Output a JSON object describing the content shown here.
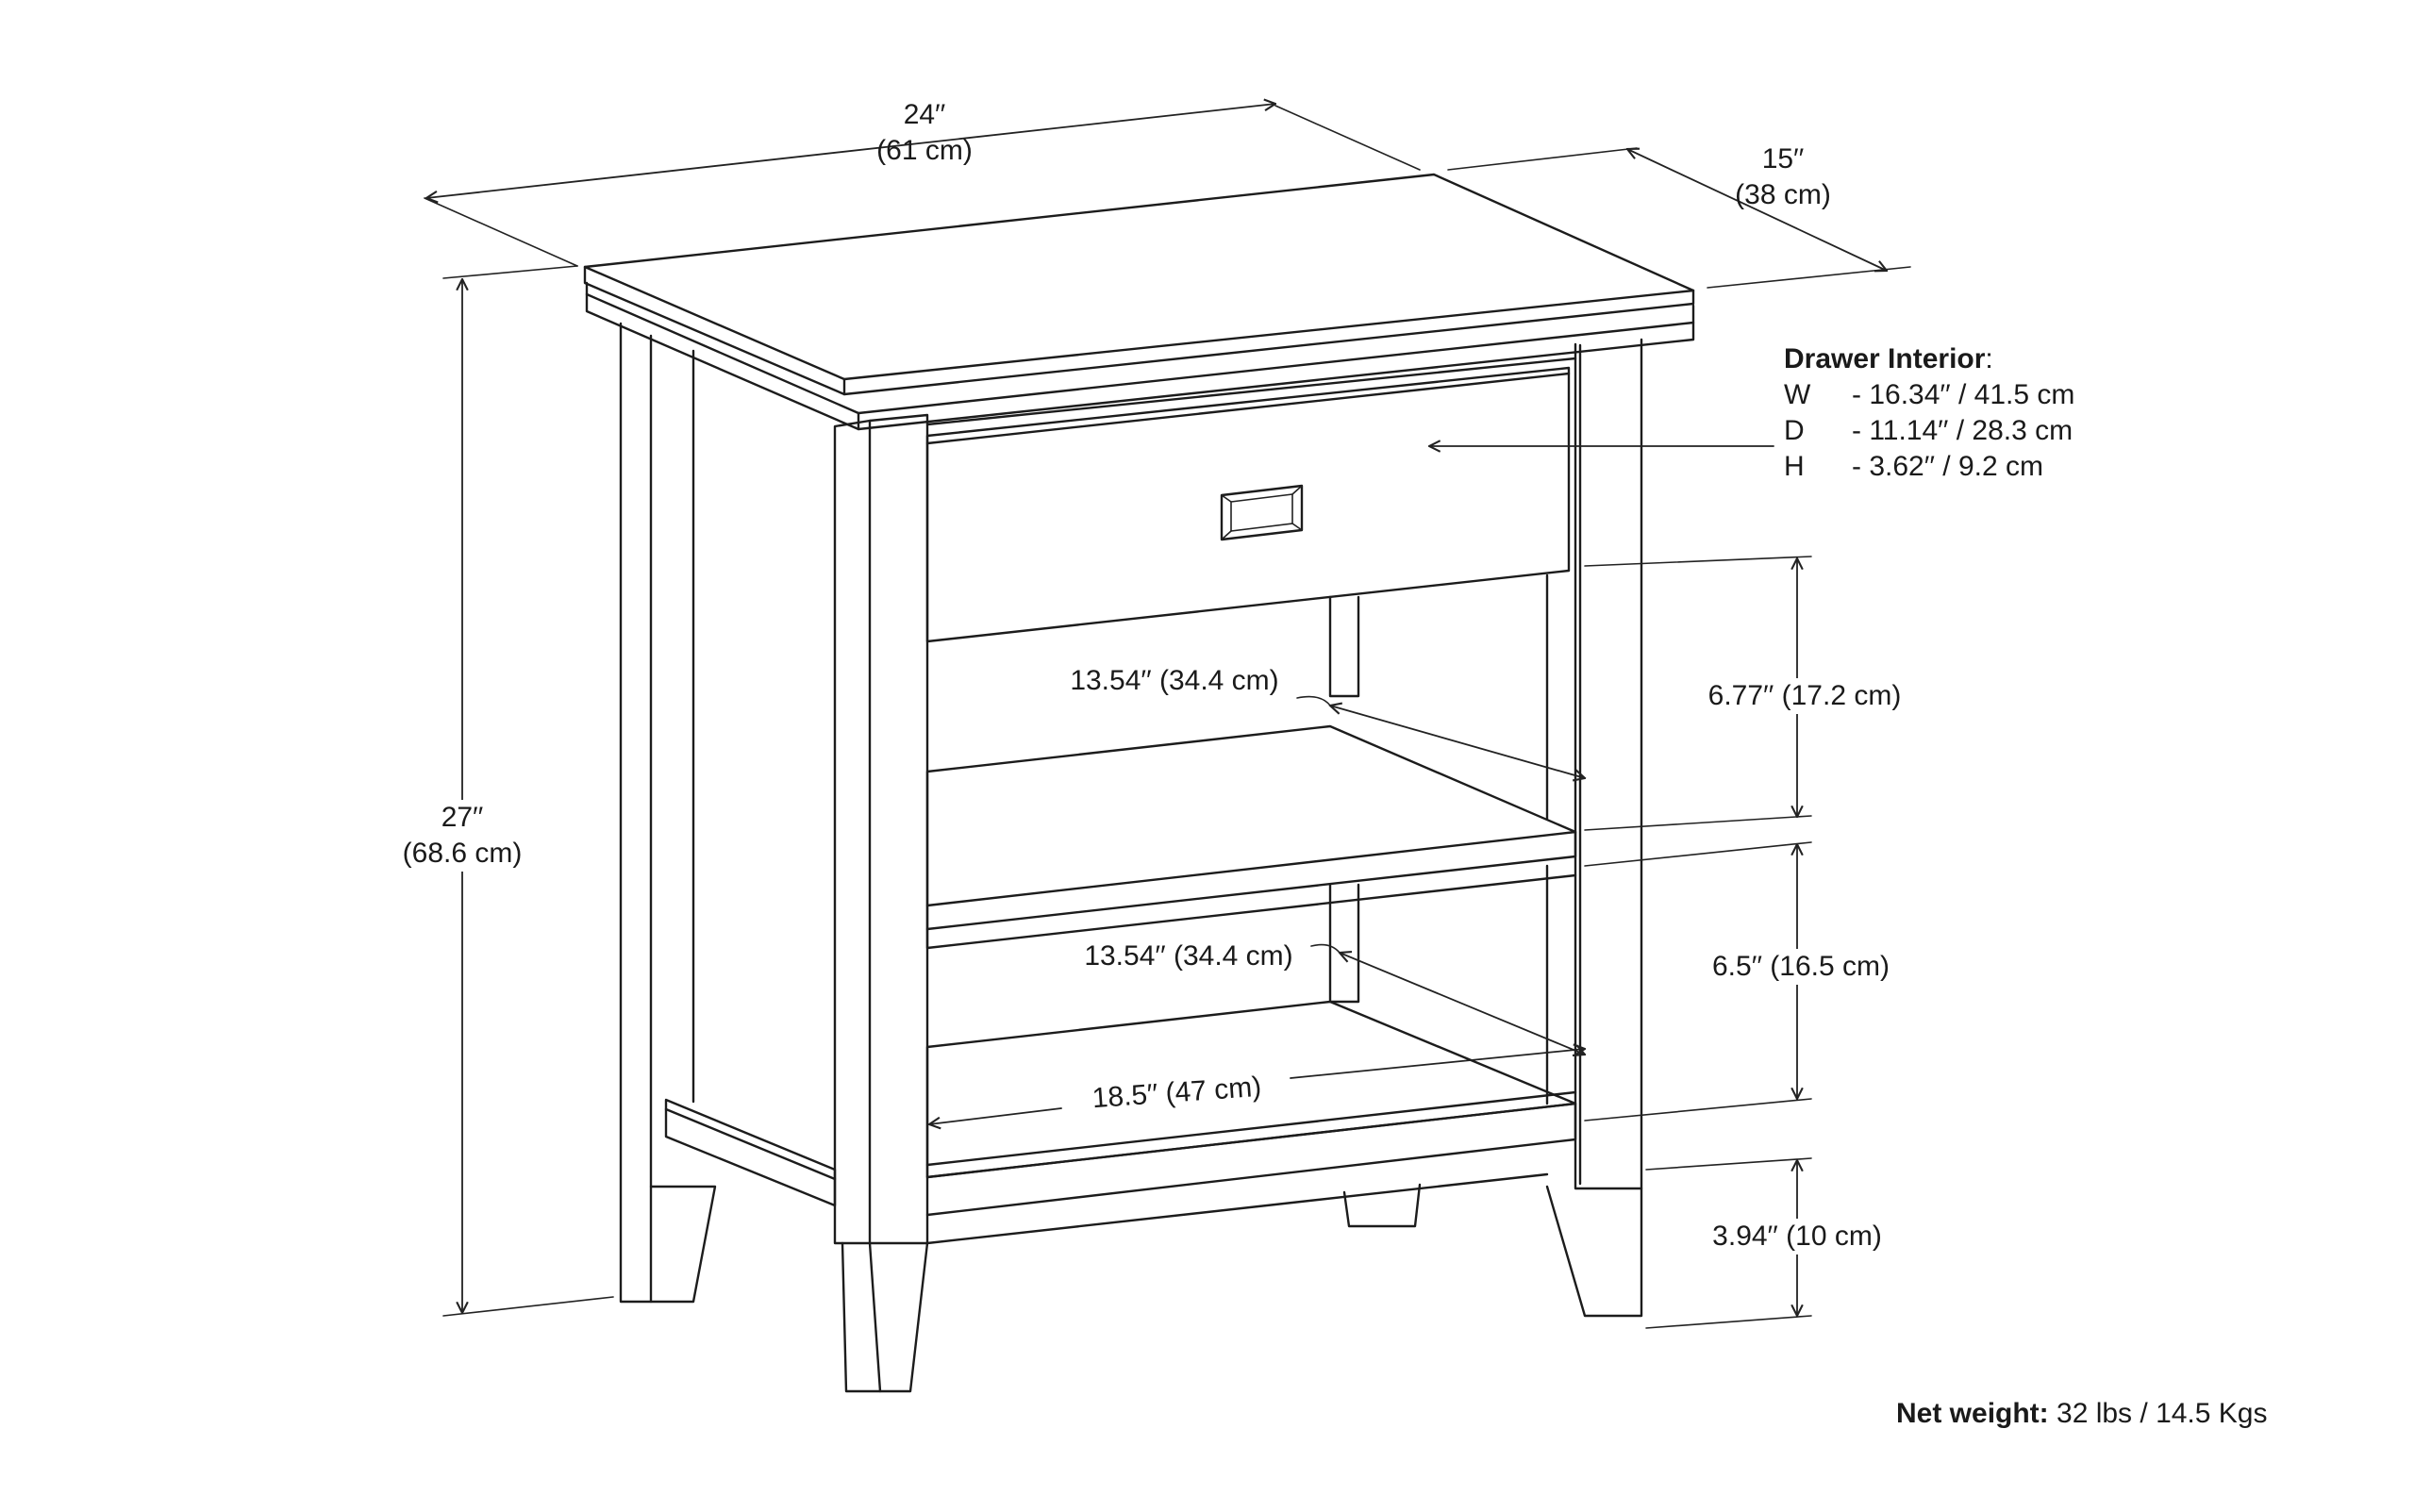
{
  "dimensions": {
    "width": {
      "in": "24′′",
      "cm": "(61 cm)"
    },
    "depth": {
      "in": "15′′",
      "cm": "(38 cm)"
    },
    "height": {
      "in": "27′′",
      "cm": "(68.6 cm)"
    },
    "upper_shelf_depth": "13.54′′ (34.4 cm)",
    "lower_shelf_depth": "13.54′′ (34.4 cm)",
    "shelf_width": "18.5′′ (47 cm)",
    "upper_opening_height": "6.77′′ (17.2 cm)",
    "lower_opening_height": "6.5′′ (16.5 cm)",
    "leg_height": "3.94′′ (10 cm)"
  },
  "drawer_interior": {
    "title": "Drawer Interior",
    "title_suffix": ":",
    "rows": [
      {
        "key": "W",
        "value": "- 16.34′′ / 41.5 cm"
      },
      {
        "key": "D",
        "value": "- 11.14′′ / 28.3 cm"
      },
      {
        "key": "H",
        "value": "- 3.62′′ / 9.2 cm"
      }
    ]
  },
  "net_weight": {
    "label": "Net weight:",
    "value": " 32 lbs / 14.5 Kgs"
  },
  "colors": {
    "line": "#1c1c1c",
    "background": "#ffffff"
  }
}
